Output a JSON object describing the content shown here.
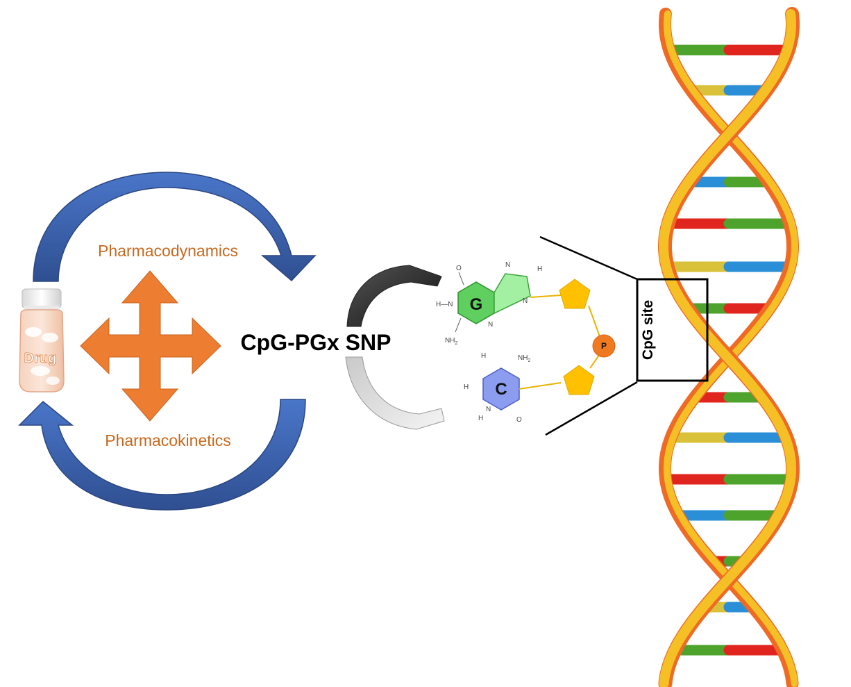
{
  "labels": {
    "pharmacodynamics": "Pharmacodynamics",
    "pharmacokinetics": "Pharmacokinetics",
    "center": "CpG-PGx SNP",
    "drug": "Drug",
    "cpg_site": "CpG site"
  },
  "nucleotides": {
    "guanine": "G",
    "cytosine": "C",
    "phosphate": "P"
  },
  "atoms": {
    "oxygen": "O",
    "nitrogen": "N",
    "hydrogen": "H",
    "amine": "NH",
    "amine_sub": "2",
    "imine": "H—N"
  },
  "colors": {
    "cycle_arrow_blue": "#3c64b1",
    "center_arrow_orange": "#ed7d31",
    "label_orange": "#c8681e",
    "guanine_green": "#5fcf5f",
    "imidazole_green": "#a3f0a3",
    "cytosine_blue": "#8c9df0",
    "sugar_yellow": "#ffc000",
    "phosphate_orange": "#f07a22",
    "strand_yellow": "#f5c026",
    "strand_orange": "#ee6a25",
    "rung_green": "#4ea32c",
    "rung_red": "#e0251f",
    "rung_blue": "#2a8fd6",
    "rung_yellow": "#d9c23a"
  },
  "icons": [
    "drug-bottle-icon",
    "four-way-arrow-icon",
    "cycle-arrow-icon",
    "dna-helix-icon"
  ]
}
